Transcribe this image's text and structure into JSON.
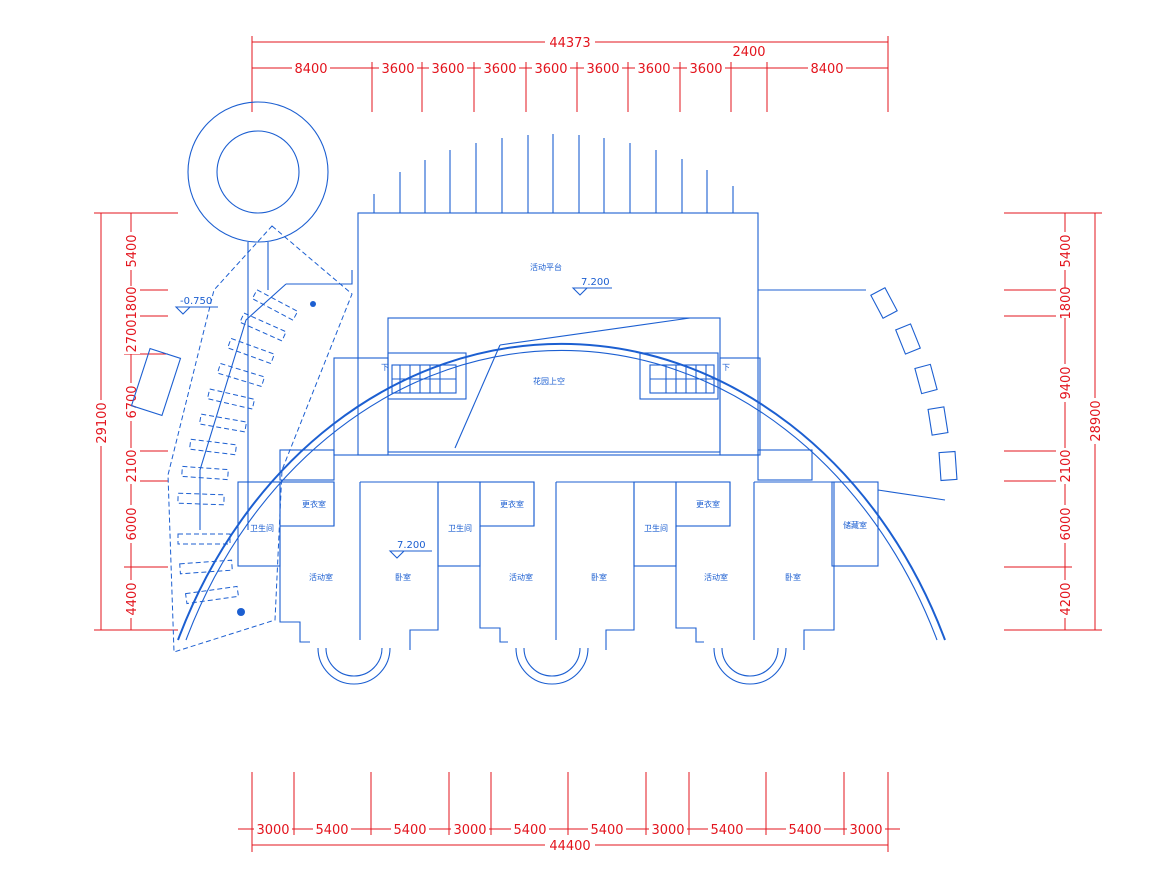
{
  "dimensions": {
    "top_total": "44373",
    "top_extra": "2400",
    "top_segments": [
      "8400",
      "3600",
      "3600",
      "3600",
      "3600",
      "3600",
      "3600",
      "3600",
      "8400"
    ],
    "bottom_total": "44400",
    "bottom_segments": [
      "3000",
      "5400",
      "5400",
      "3000",
      "5400",
      "5400",
      "3000",
      "5400",
      "5400",
      "3000"
    ],
    "left_total": "29100",
    "left_segments": [
      "5400",
      "2700",
      "1800",
      "6700",
      "2100",
      "6000",
      "4400"
    ],
    "right_total": "28900",
    "right_segments": [
      "5400",
      "1800",
      "9400",
      "2100",
      "6000",
      "4200"
    ]
  },
  "levels": {
    "terrace": "7.200",
    "classroom": "7.200",
    "ramp": "-0.750"
  },
  "rooms": {
    "terrace": "活动平台",
    "garden": "花园上空",
    "wardrobe": "更衣室",
    "toilet": "卫生间",
    "activity": "活动室",
    "bedroom": "卧室",
    "storage": "储藏室",
    "down": "下"
  },
  "colors": {
    "walls": "#1c5fd1",
    "dimensions": "#e3141d"
  }
}
